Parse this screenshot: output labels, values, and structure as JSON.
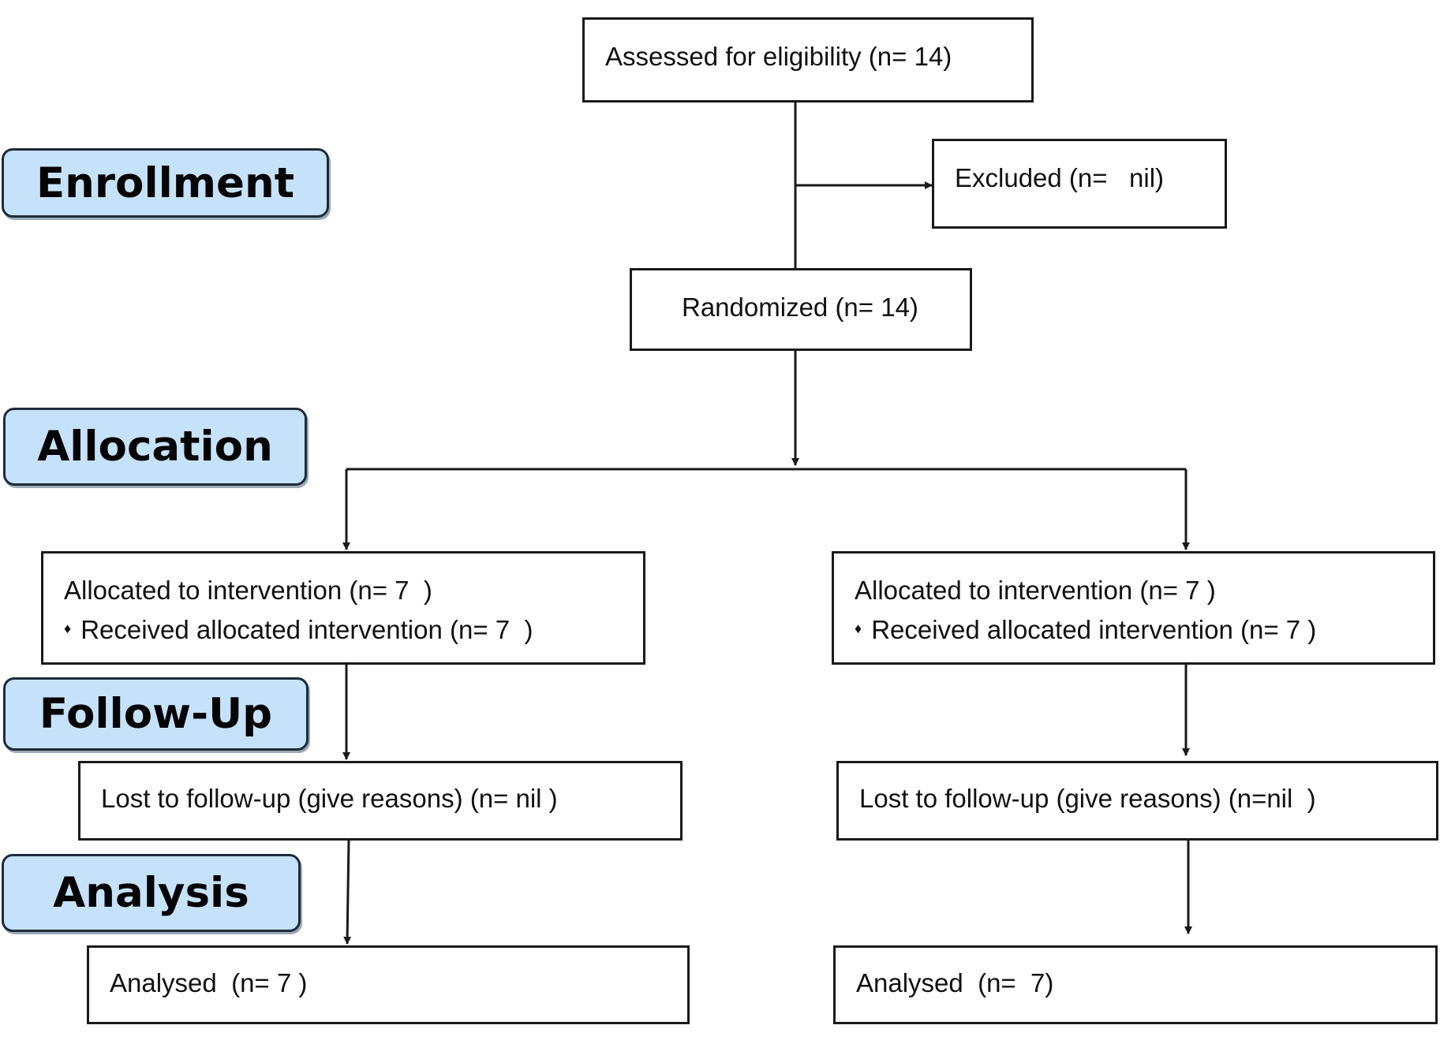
{
  "stages": {
    "enrollment": "Enrollment",
    "allocation": "Allocation",
    "follow_up": "Follow-Up",
    "analysis": "Analysis"
  },
  "boxes": {
    "assessed": "Assessed for eligibility (n= 14)",
    "excluded": "Excluded (n=   nil)",
    "randomized": "Randomized (n= 14)",
    "left_allocated": "Allocated to intervention (n= 7  )",
    "left_received": "Received allocated intervention (n= 7  )",
    "right_allocated": "Allocated to intervention (n= 7 )",
    "right_received": "Received allocated intervention (n= 7 )",
    "left_lost": "Lost to follow-up (give reasons) (n= nil )",
    "right_lost": "Lost to follow-up (give reasons) (n=nil  )",
    "left_analysed": "Analysed  (n= 7 )",
    "right_analysed": "Analysed  (n=  7)"
  },
  "bullet_symbol": "♦",
  "colors": {
    "stage_fill": "#c6e2fb",
    "stage_border": "#1d2b3a",
    "box_border": "#1a1a1a",
    "arrow": "#1a1a1a"
  }
}
